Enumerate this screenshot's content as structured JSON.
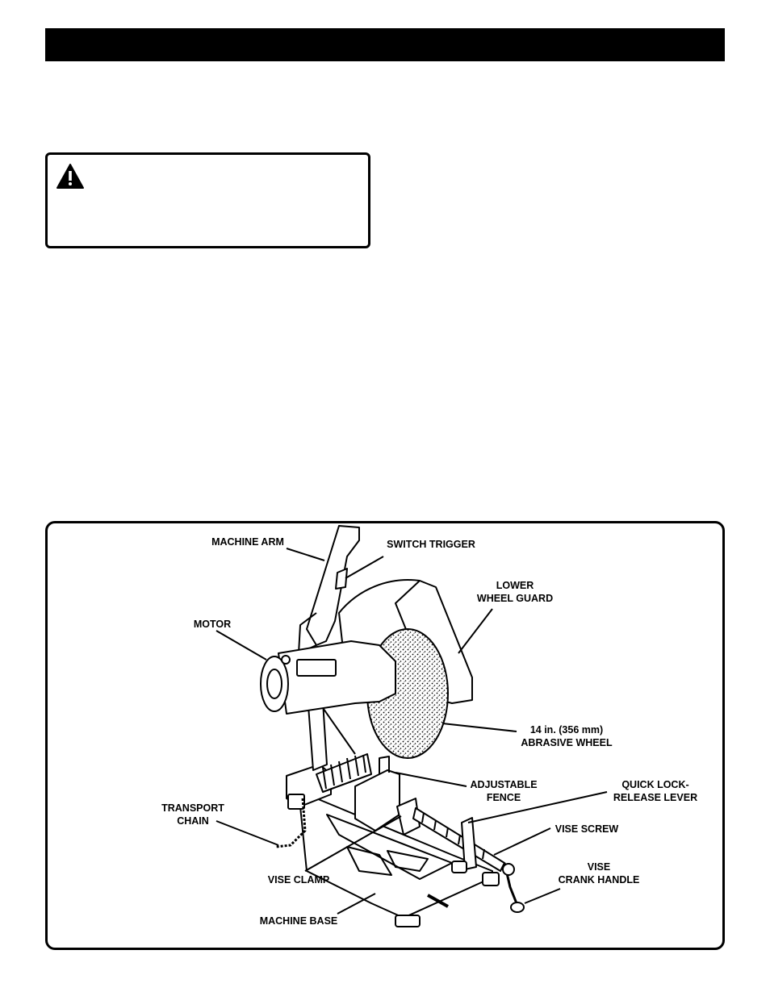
{
  "figure": {
    "callouts": {
      "machine_arm": "MACHINE ARM",
      "switch_trigger": "SWITCH TRIGGER",
      "lower_wheel_guard": "LOWER\nWHEEL GUARD",
      "motor": "MOTOR",
      "abrasive_wheel": "14 in. (356 mm)\nABRASIVE WHEEL",
      "adjustable_fence": "ADJUSTABLE\nFENCE",
      "quick_lock_release_lever": "QUICK LOCK-\nRELEASE LEVER",
      "transport_chain": "TRANSPORT\nCHAIN",
      "vise_screw": "VISE SCREW",
      "vise_clamp": "VISE CLAMP",
      "vise_crank_handle": "VISE\nCRANK HANDLE",
      "machine_base": "MACHINE BASE"
    }
  },
  "icons": {
    "warning": "warning-triangle-icon"
  },
  "colors": {
    "ink": "#000000",
    "paper": "#ffffff"
  }
}
